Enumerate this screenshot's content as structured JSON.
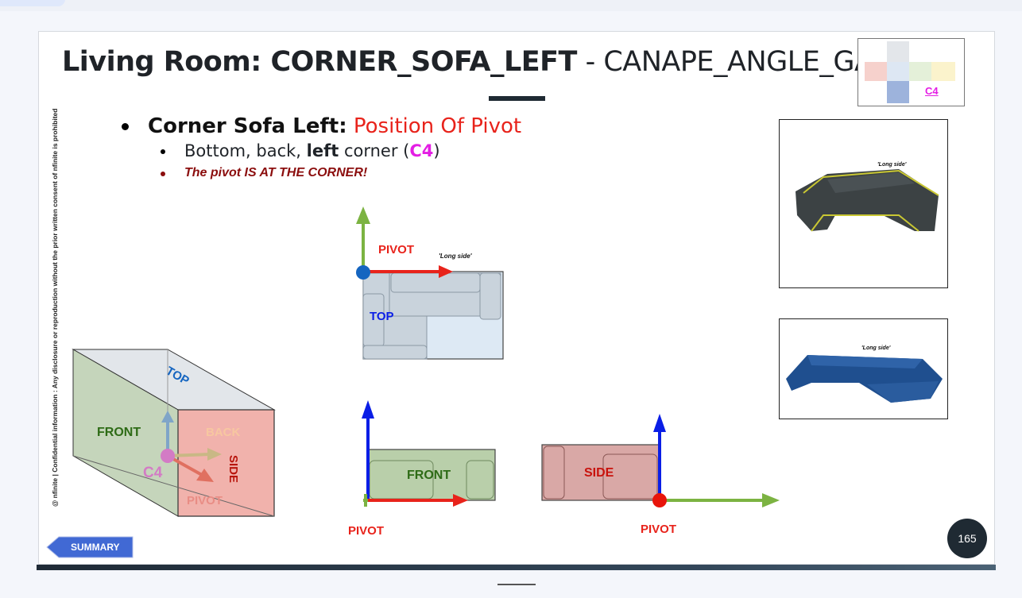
{
  "slide": {
    "title_bold": "Living Room: CORNER_SOFA_LEFT",
    "title_regular": " - CANAPE_ANGLE_GAUCHE",
    "vertical_notice": "@ nfinite | Confidential information : Any disclosure or reproduction without the prior written consent of nfinite is prohibited",
    "bullet1": {
      "bold": "Corner Sofa Left:",
      "colored": " Position Of Pivot"
    },
    "bullet2": {
      "part1": "Bottom, back, ",
      "bold": "left",
      "part2": " corner (",
      "code": "C4",
      "part3": ")"
    },
    "bullet3": "The pivot IS AT THE CORNER!",
    "thumb_label": "C4",
    "summary_label": "SUMMARY",
    "page_number": "165"
  },
  "cube": {
    "top": "TOP",
    "front": "FRONT",
    "back": "BACK",
    "side": "SIDE",
    "corner": "C4",
    "pivot": "PIVOT"
  },
  "top_view": {
    "pivot": "PIVOT",
    "long_side": "'Long side'",
    "label": "TOP"
  },
  "front_view": {
    "label": "FRONT",
    "pivot": "PIVOT"
  },
  "side_view": {
    "label": "SIDE",
    "pivot": "PIVOT"
  },
  "photos": {
    "photo1_label": "'Long side'",
    "photo2_label": "'Long side'"
  },
  "colors": {
    "red": "#e8231b",
    "magenta": "#e41ee4",
    "dark_red": "#8b0d0d",
    "green": "#7cb342",
    "blue": "#0a1ee6",
    "pivot_blue": "#1565c0"
  }
}
